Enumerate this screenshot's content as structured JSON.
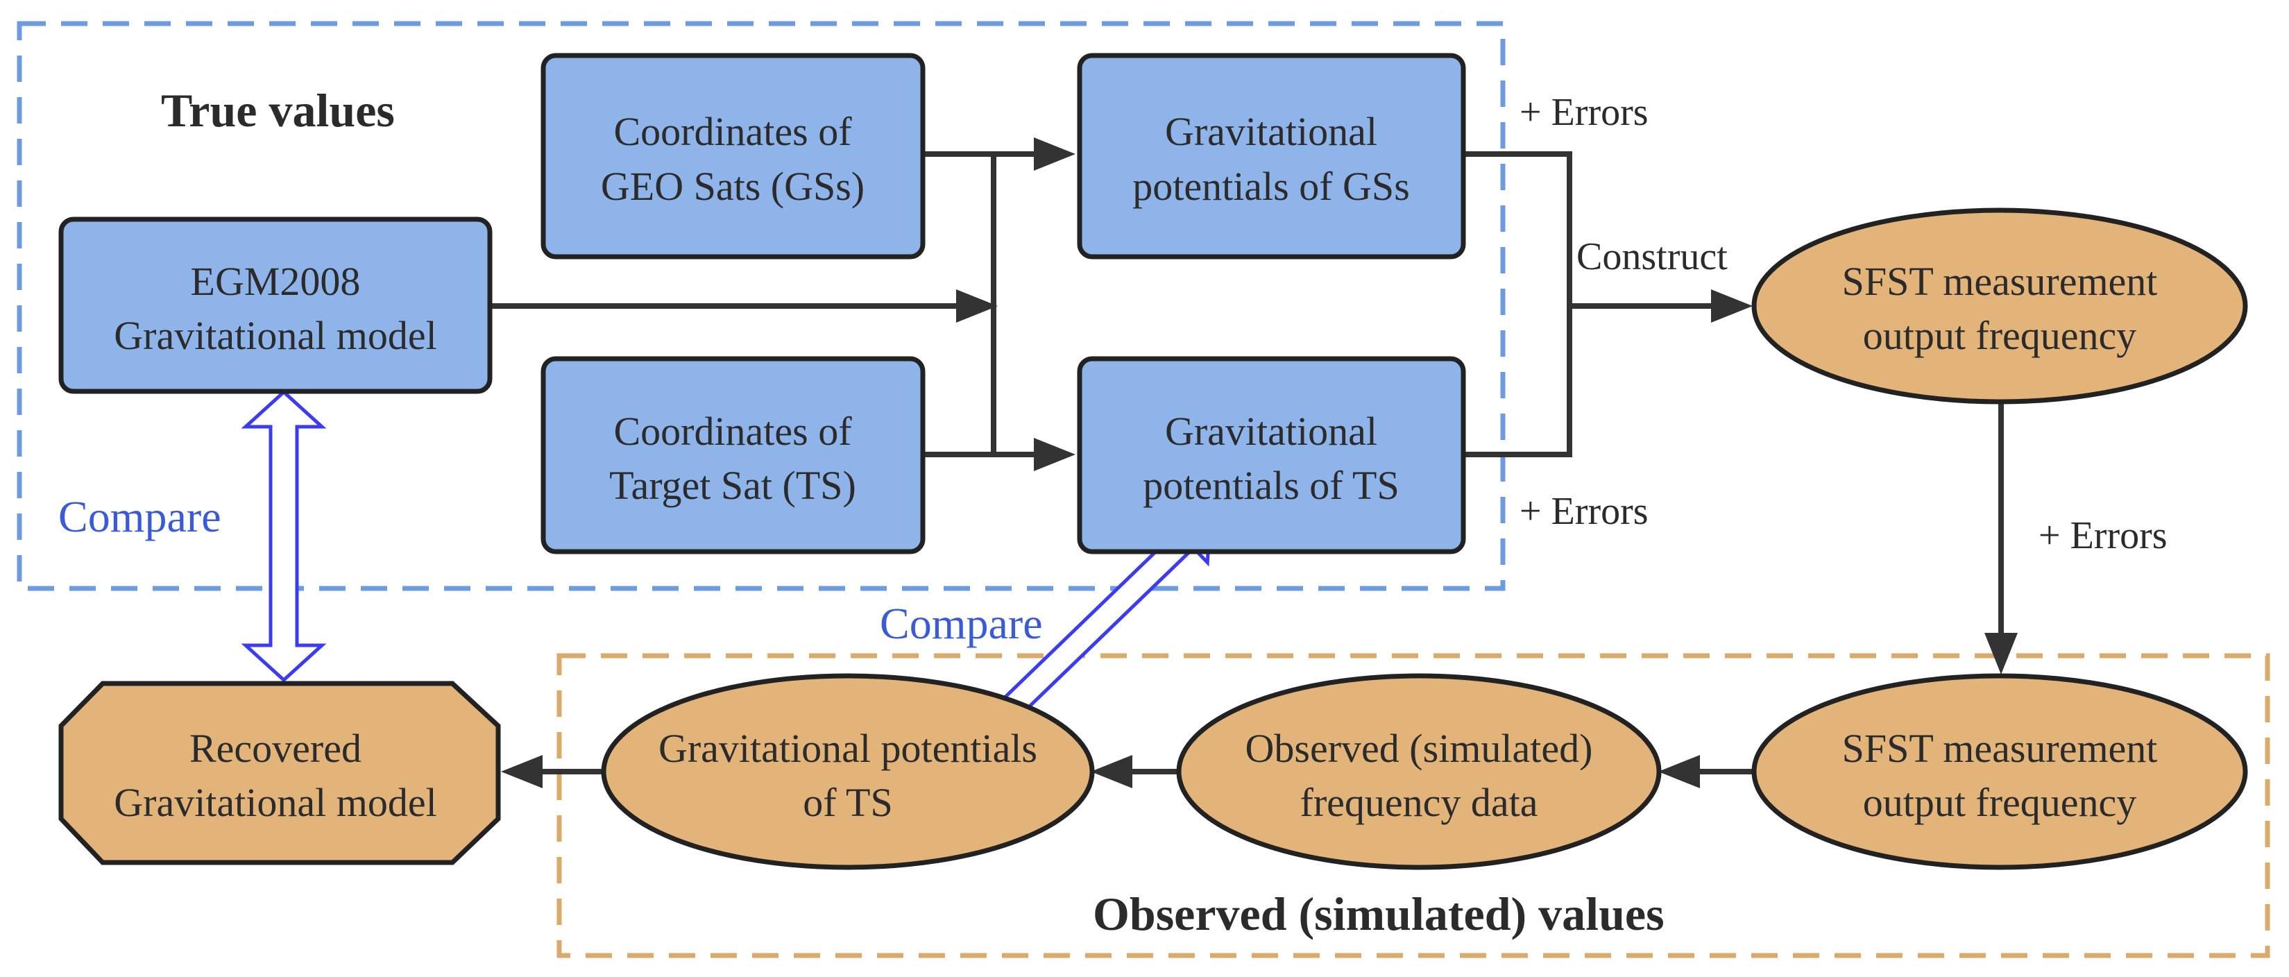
{
  "colors": {
    "blue_fill": "#8fb4e9",
    "orange_fill": "#e2b479",
    "blue_dash": "#6e9be0",
    "orange_dash": "#d9aa6a",
    "compare_text": "#3b5bd6",
    "compare_arrow": "#3b3bf0"
  },
  "groups": {
    "true_values": "True values",
    "observed_values": "Observed (simulated) values"
  },
  "nodes": {
    "geo_coords": [
      "Coordinates of",
      "GEO Sats (GSs)"
    ],
    "grav_gss": [
      "Gravitational",
      "potentials of GSs"
    ],
    "egm2008": [
      "EGM2008",
      "Gravitational model"
    ],
    "target_coords": [
      "Coordinates of",
      "Target Sat (TS)"
    ],
    "grav_ts": [
      "Gravitational",
      "potentials of TS"
    ],
    "sfst_true": [
      "SFST measurement",
      "output frequency"
    ],
    "sfst_obs": [
      "SFST measurement",
      "output frequency"
    ],
    "obs_freq": [
      "Observed (simulated)",
      "frequency data"
    ],
    "grav_ts_obs": [
      "Gravitational potentials",
      "of TS"
    ],
    "recovered": [
      "Recovered",
      "Gravitational model"
    ]
  },
  "labels": {
    "errors_top": "+ Errors",
    "errors_mid": "+ Errors",
    "errors_right": "+ Errors",
    "construct": "Construct",
    "compare_left": "Compare",
    "compare_mid": "Compare"
  }
}
